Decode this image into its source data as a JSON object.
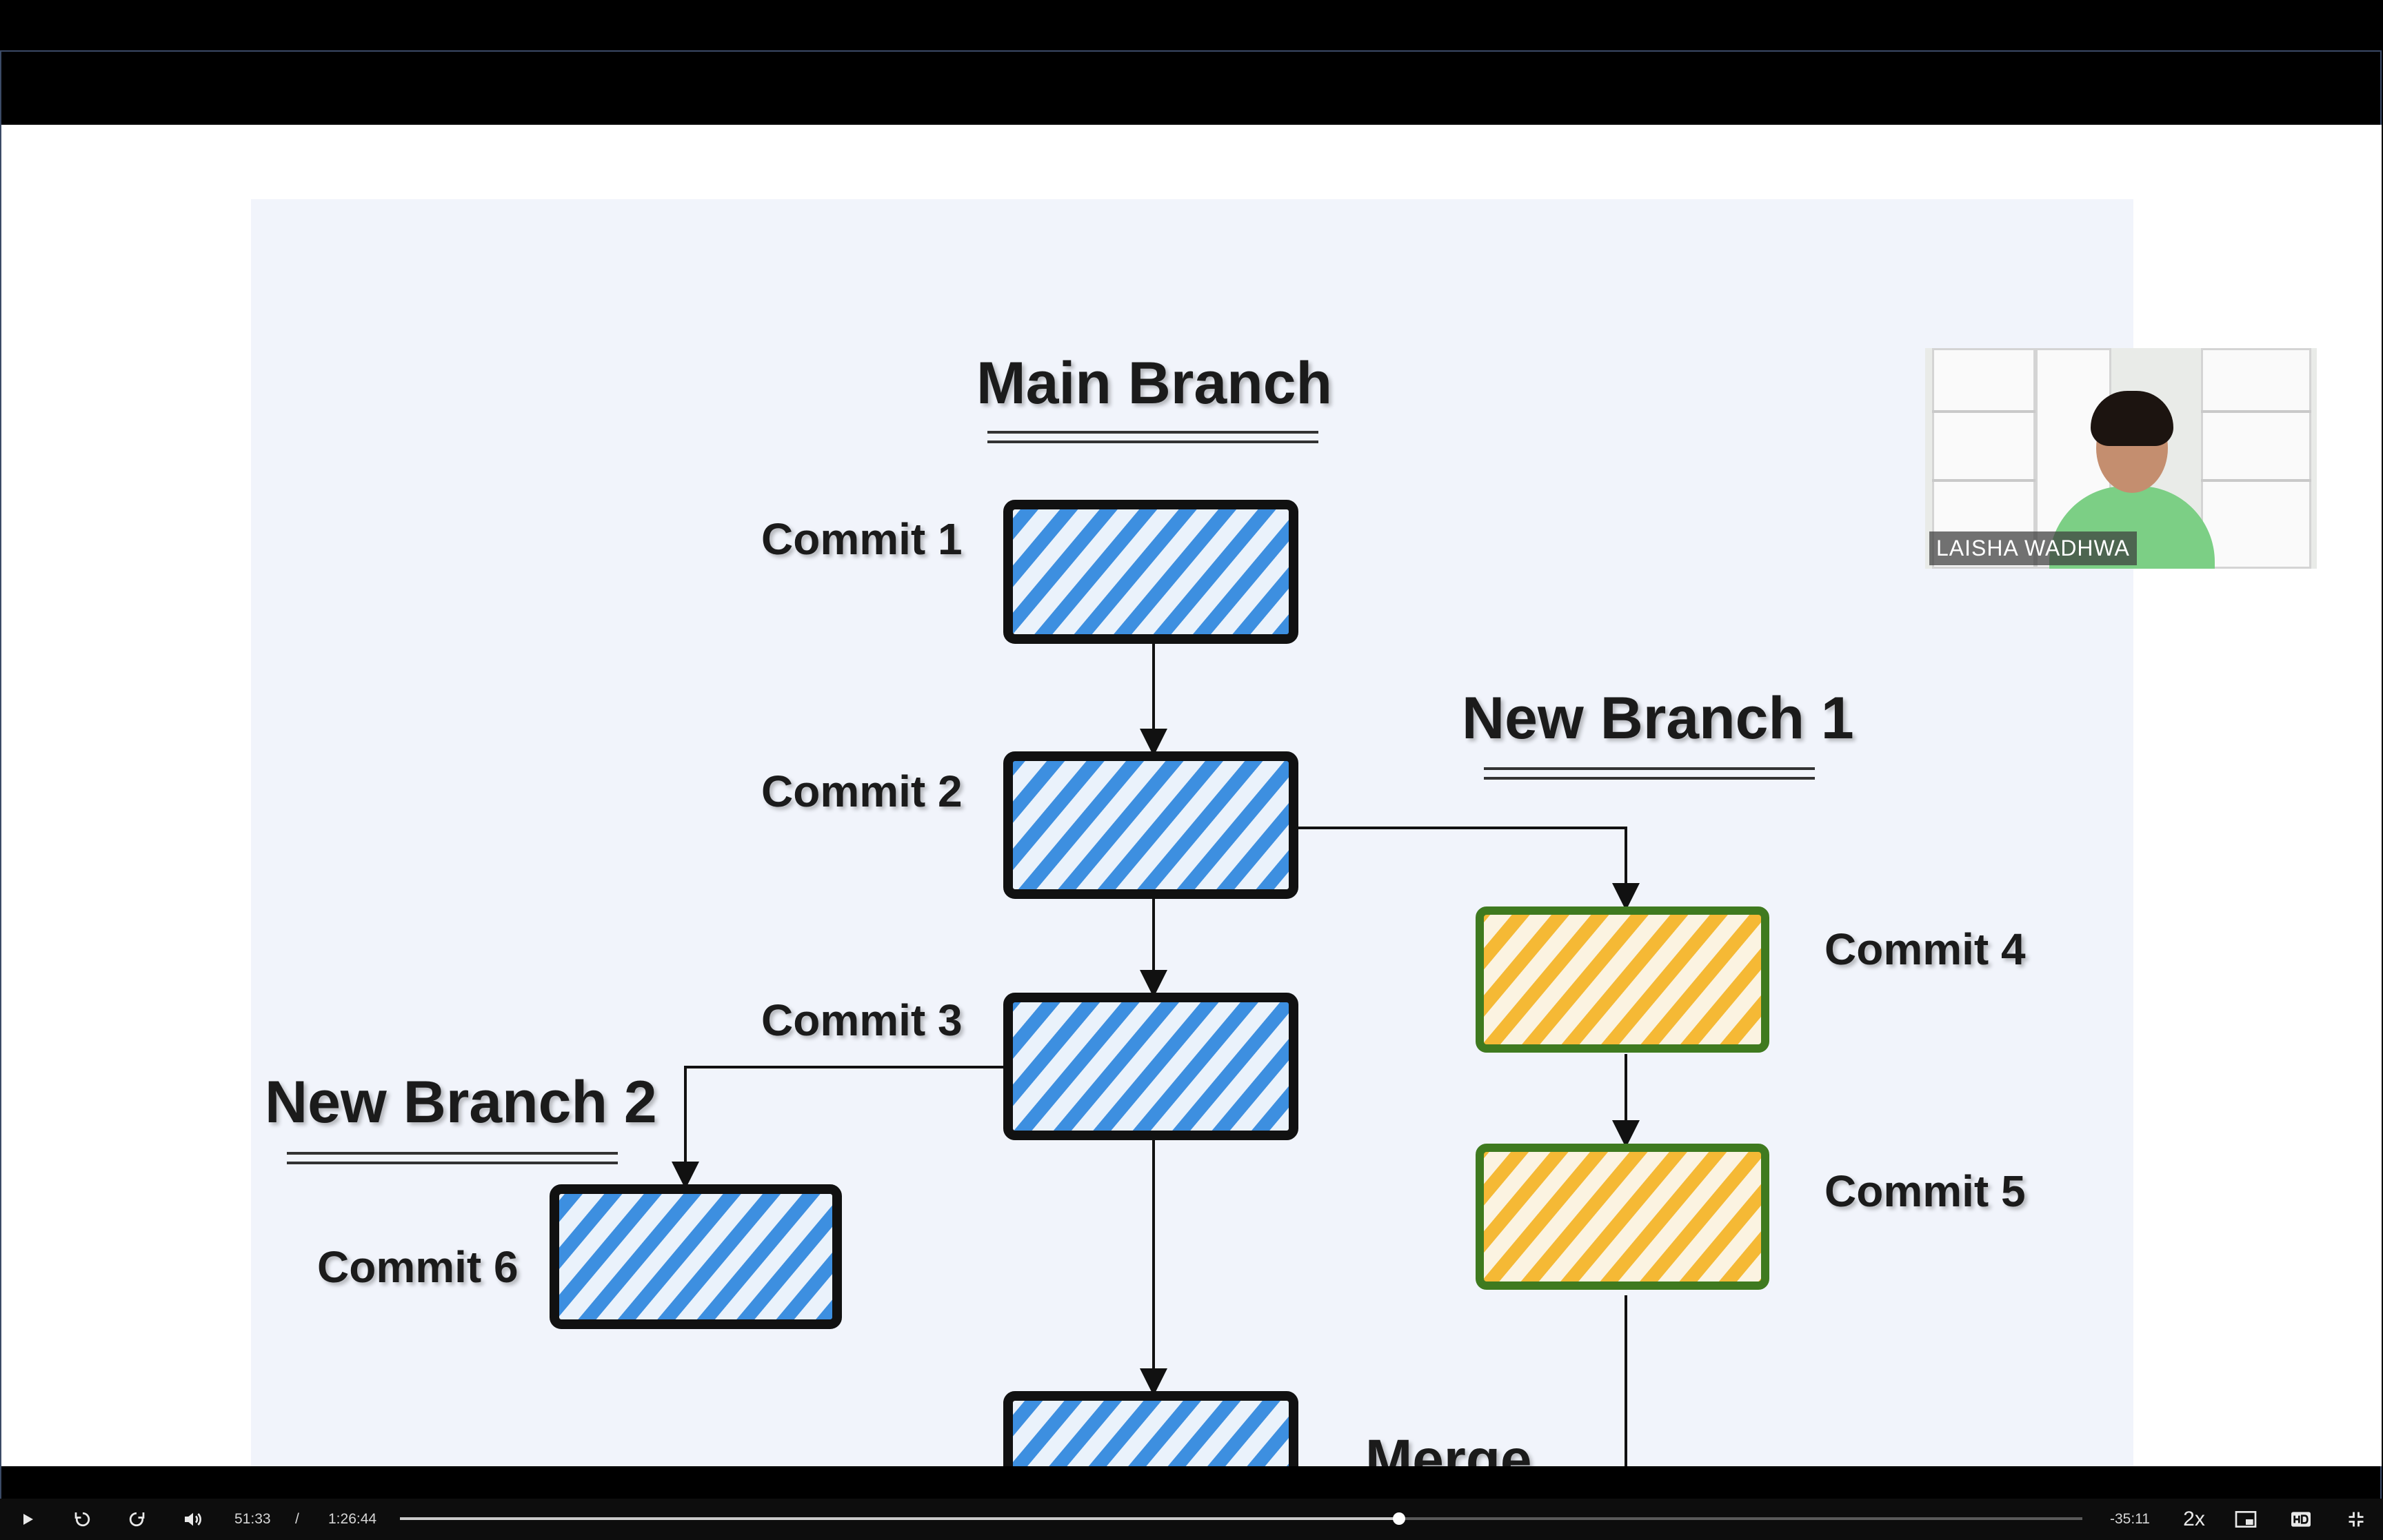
{
  "slide": {
    "main_branch_title": "Main Branch",
    "new_branch_1_title": "New Branch 1",
    "new_branch_2_title": "New Branch 2",
    "commits": {
      "c1": "Commit 1",
      "c2": "Commit 2",
      "c3": "Commit 3",
      "c4": "Commit 4",
      "c5": "Commit 5",
      "c6": "Commit 6"
    },
    "merge_label": "Merge",
    "colors": {
      "blue_fill": "#3d8fe0",
      "yellow_fill": "#f5b935",
      "green_border": "#3f7a1f",
      "black_border": "#111111"
    }
  },
  "webcam": {
    "presenter_name": "LAISHA WADHWA"
  },
  "controls": {
    "play_icon": "play-icon",
    "rewind_icon": "rewind-icon",
    "forward_icon": "forward-icon",
    "volume_icon": "volume-icon",
    "current_time": "51:33",
    "separator": "/",
    "duration": "1:26:44",
    "remaining": "-35:11",
    "progress": 0.594,
    "speed": "2x",
    "pip_icon": "picture-in-picture-icon",
    "hd_icon": "hd-icon",
    "exit_fullscreen_icon": "exit-fullscreen-icon"
  }
}
